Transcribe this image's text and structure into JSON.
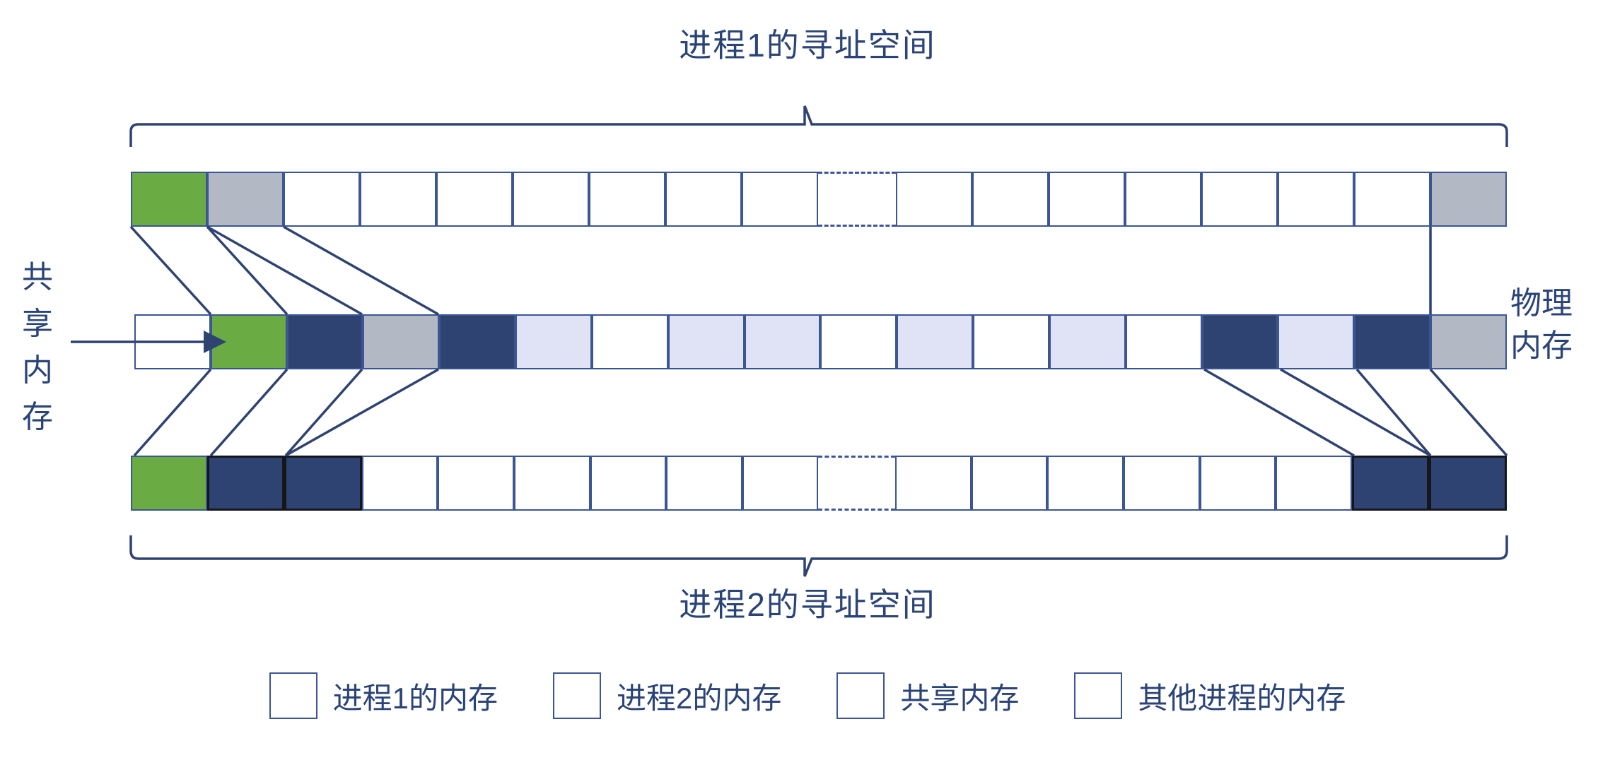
{
  "diagram": {
    "title_top": "进程1的寻址空间",
    "title_bottom": "进程2的寻址空间",
    "label_left": "共享内存",
    "label_right_line1": "物理",
    "label_right_line2": "内存"
  },
  "colors": {
    "outline": "#3b5595",
    "text": "#2b4478",
    "process1_gray": "#b3b9c4",
    "process2_navy": "#2e4372",
    "shared_green": "#6aab43",
    "other_lavender": "#dfe3f5",
    "empty_white": "#ffffff",
    "hard_border": "#14161c"
  },
  "rows": {
    "top": {
      "name": "进程1的寻址空间",
      "cells": [
        {
          "kind": "k-green",
          "label": "shared"
        },
        {
          "kind": "k-gray",
          "label": "process1"
        },
        {
          "kind": "k-white",
          "label": "empty"
        },
        {
          "kind": "k-white",
          "label": "empty"
        },
        {
          "kind": "k-white",
          "label": "empty"
        },
        {
          "kind": "k-white",
          "label": "empty"
        },
        {
          "kind": "k-white",
          "label": "empty"
        },
        {
          "kind": "k-white",
          "label": "empty"
        },
        {
          "kind": "k-white",
          "label": "empty"
        },
        {
          "kind": "k-dash",
          "label": "gap"
        },
        {
          "kind": "k-white",
          "label": "empty"
        },
        {
          "kind": "k-white",
          "label": "empty"
        },
        {
          "kind": "k-white",
          "label": "empty"
        },
        {
          "kind": "k-white",
          "label": "empty"
        },
        {
          "kind": "k-white",
          "label": "empty"
        },
        {
          "kind": "k-white",
          "label": "empty"
        },
        {
          "kind": "k-white",
          "label": "empty"
        },
        {
          "kind": "k-gray",
          "label": "process1"
        }
      ]
    },
    "middle": {
      "name": "物理内存",
      "cells": [
        {
          "kind": "k-white",
          "label": "empty"
        },
        {
          "kind": "k-green",
          "label": "shared"
        },
        {
          "kind": "k-navy",
          "label": "process2"
        },
        {
          "kind": "k-gray",
          "label": "process1"
        },
        {
          "kind": "k-navy",
          "label": "process2"
        },
        {
          "kind": "k-lav",
          "label": "other"
        },
        {
          "kind": "k-white",
          "label": "empty"
        },
        {
          "kind": "k-lav",
          "label": "other"
        },
        {
          "kind": "k-lav",
          "label": "other"
        },
        {
          "kind": "k-white",
          "label": "empty"
        },
        {
          "kind": "k-lav",
          "label": "other"
        },
        {
          "kind": "k-white",
          "label": "empty"
        },
        {
          "kind": "k-lav",
          "label": "other"
        },
        {
          "kind": "k-white",
          "label": "empty"
        },
        {
          "kind": "k-navy",
          "label": "process2"
        },
        {
          "kind": "k-lav",
          "label": "other"
        },
        {
          "kind": "k-navy",
          "label": "process2"
        },
        {
          "kind": "k-gray",
          "label": "process1"
        }
      ]
    },
    "bottom": {
      "name": "进程2的寻址空间",
      "cells": [
        {
          "kind": "k-green",
          "label": "shared",
          "hard": false
        },
        {
          "kind": "k-navy",
          "label": "process2",
          "hard": true
        },
        {
          "kind": "k-navy",
          "label": "process2",
          "hard": true
        },
        {
          "kind": "k-white",
          "label": "empty",
          "hard": false
        },
        {
          "kind": "k-white",
          "label": "empty",
          "hard": false
        },
        {
          "kind": "k-white",
          "label": "empty",
          "hard": false
        },
        {
          "kind": "k-white",
          "label": "empty",
          "hard": false
        },
        {
          "kind": "k-white",
          "label": "empty",
          "hard": false
        },
        {
          "kind": "k-white",
          "label": "empty",
          "hard": false
        },
        {
          "kind": "k-dash",
          "label": "gap",
          "hard": false
        },
        {
          "kind": "k-white",
          "label": "empty",
          "hard": false
        },
        {
          "kind": "k-white",
          "label": "empty",
          "hard": false
        },
        {
          "kind": "k-white",
          "label": "empty",
          "hard": false
        },
        {
          "kind": "k-white",
          "label": "empty",
          "hard": false
        },
        {
          "kind": "k-white",
          "label": "empty",
          "hard": false
        },
        {
          "kind": "k-white",
          "label": "empty",
          "hard": false
        },
        {
          "kind": "k-navy",
          "label": "process2",
          "hard": true
        },
        {
          "kind": "k-navy",
          "label": "process2",
          "hard": true
        }
      ]
    }
  },
  "legend": {
    "items": [
      {
        "swatch": "k-gray",
        "label": "进程1的内存"
      },
      {
        "swatch": "k-navy",
        "label": "进程2的内存"
      },
      {
        "swatch": "k-green",
        "label": "共享内存"
      },
      {
        "swatch": "k-lav",
        "label": "其他进程的内存"
      }
    ]
  }
}
